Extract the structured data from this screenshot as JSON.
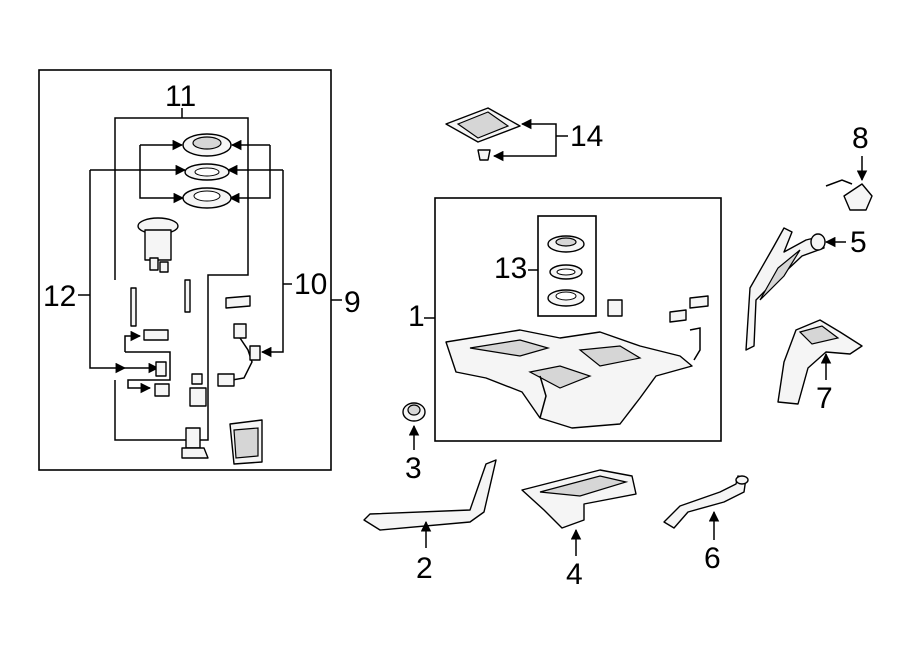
{
  "callouts": {
    "c1": "1",
    "c2": "2",
    "c3": "3",
    "c4": "4",
    "c5": "5",
    "c6": "6",
    "c7": "7",
    "c8": "8",
    "c9": "9",
    "c10": "10",
    "c11": "11",
    "c12": "12",
    "c13": "13",
    "c14": "14"
  },
  "colors": {
    "line": "#000000",
    "part_fill": "#f5f5f5",
    "part_shade": "#d6d6d6",
    "background": "#ffffff"
  }
}
